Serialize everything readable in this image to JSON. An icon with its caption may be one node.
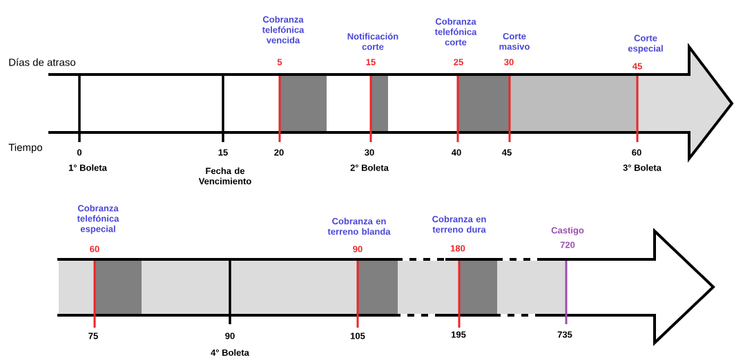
{
  "diagram": {
    "labels": [
      "Cobranza telefónica vencida",
      "Notificación corte",
      "Cobranza telefónica corte",
      "Corte masivo",
      "Corte especial",
      "Días de atraso",
      "5",
      "15",
      "25",
      "30",
      "45",
      "Tiempo",
      "0",
      "15",
      "20",
      "30",
      "40",
      "45",
      "60",
      "1° Boleta",
      "Fecha de Vencimiento",
      "2° Boleta",
      "3° Boleta",
      "Cobranza telefónica especial",
      "Cobranza en terreno blanda",
      "Cobranza en terreno dura",
      "Castigo",
      "60",
      "90",
      "180",
      "720",
      "75",
      "90",
      "105",
      "195",
      "735",
      "4° Boleta"
    ]
  }
}
